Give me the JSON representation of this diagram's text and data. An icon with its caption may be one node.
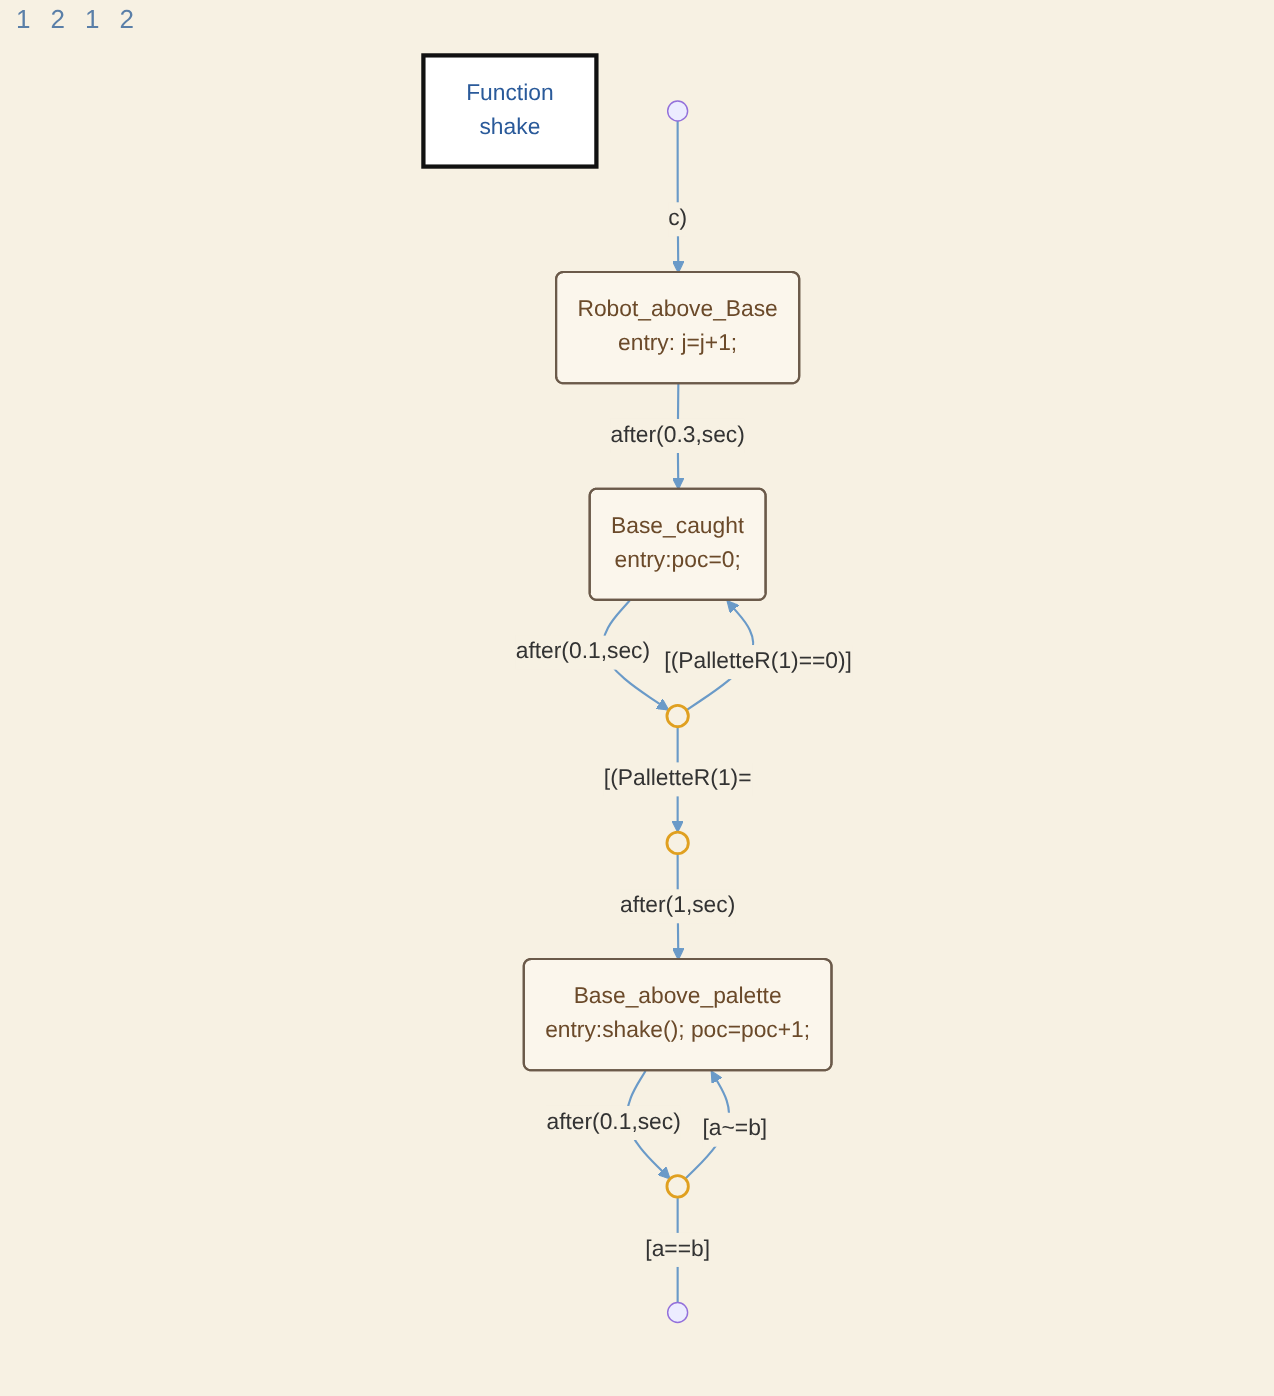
{
  "diagram": {
    "nodes": [
      {
        "text": [
          "Robot_above_Base",
          "entry: j=j+1;"
        ]
      },
      {
        "text": [
          "Base_caught",
          "entry:poc=0;"
        ]
      },
      {
        "text": [
          "Function",
          "shake"
        ]
      },
      {
        "text": [],
        "shape": "circle"
      },
      {
        "text": [],
        "shape": "circle"
      },
      {
        "text": [
          "Base_above_palette",
          "entry:shake(); poc=poc+1;"
        ]
      },
      {
        "text": [],
        "shape": "circle"
      }
    ],
    "edges": [
      {
        "from": null,
        "to": 0,
        "arrow": "to",
        "label": "c)"
      },
      {
        "from": 0,
        "to": 1,
        "arrow": "to",
        "label": "after(0.3,sec)"
      },
      {
        "from": 1,
        "to": 3,
        "arrow": "to",
        "label": "after(0.1,sec)"
      },
      {
        "from": 3,
        "to": 1,
        "arrow": "to",
        "label": "[(PalletteR(1)==0)]"
      },
      {
        "from": 3,
        "to": 4,
        "arrow": "to",
        "label": "[(PalletteR(1)="
      },
      {
        "from": 4,
        "to": 5,
        "arrow": "to",
        "label": "after(1,sec)"
      },
      {
        "from": 5,
        "to": 6,
        "arrow": "to",
        "label": "after(0.1,sec)"
      },
      {
        "from": 6,
        "to": null,
        "arrow": "none",
        "label": "[a==b]"
      },
      {
        "from": 6,
        "to": 5,
        "arrow": "to",
        "label": "[a~=b]"
      }
    ],
    "labels": [
      "1",
      "2",
      "1",
      "2"
    ]
  }
}
